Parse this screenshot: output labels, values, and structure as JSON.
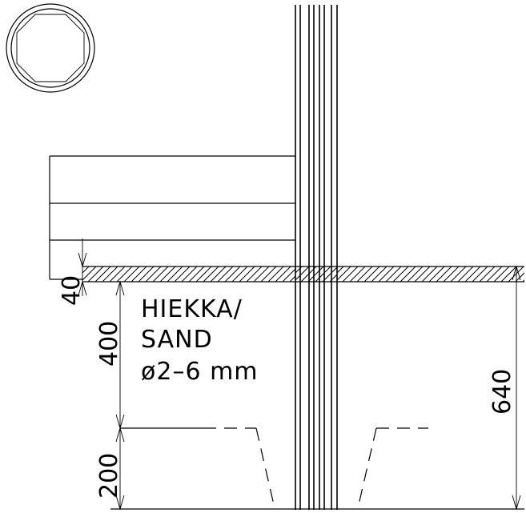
{
  "note": {
    "line1": "HIEKKA/",
    "line2": "SAND",
    "line3": "ø2–6  mm"
  },
  "dimensions": {
    "d40": "40",
    "d400": "400",
    "d200": "200",
    "d640": "640"
  },
  "icons": {
    "top_left": "octagon-in-circle-icon"
  },
  "colors": {
    "ink": "#000000",
    "paper": "#ffffff"
  }
}
